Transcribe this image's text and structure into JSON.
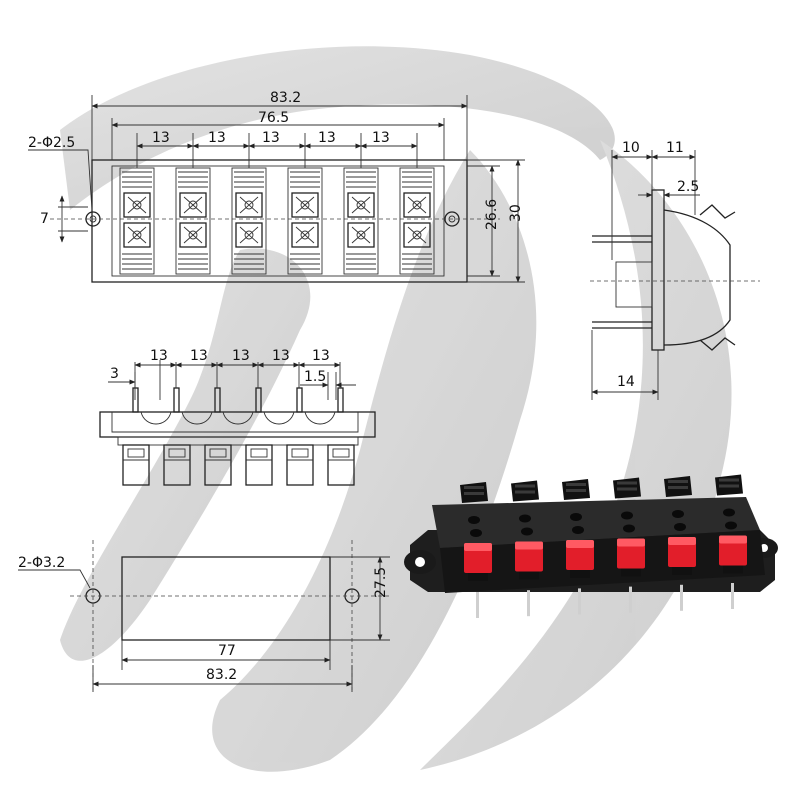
{
  "top_view": {
    "overall_width": "83.2",
    "hole_pitch": "76.5",
    "pitch": [
      "13",
      "13",
      "13",
      "13",
      "13"
    ],
    "hole_label": "2-Φ2.5",
    "offset": "7",
    "inner_height": "26.6",
    "outer_height": "30"
  },
  "side_view": {
    "depth_a": "10",
    "depth_b": "11",
    "plate": "2.5",
    "pin_length": "14"
  },
  "front_view": {
    "pitch": [
      "13",
      "13",
      "13",
      "13",
      "13"
    ],
    "edge": "3",
    "pin_width": "1.5"
  },
  "panel_cutout": {
    "hole_label": "2-Φ3.2",
    "height": "27.5",
    "cutout_width": "77",
    "hole_pitch": "83.2"
  },
  "colors": {
    "button": "#e21e2a",
    "housing": "#222222",
    "watermark": "#c8c8c8"
  }
}
